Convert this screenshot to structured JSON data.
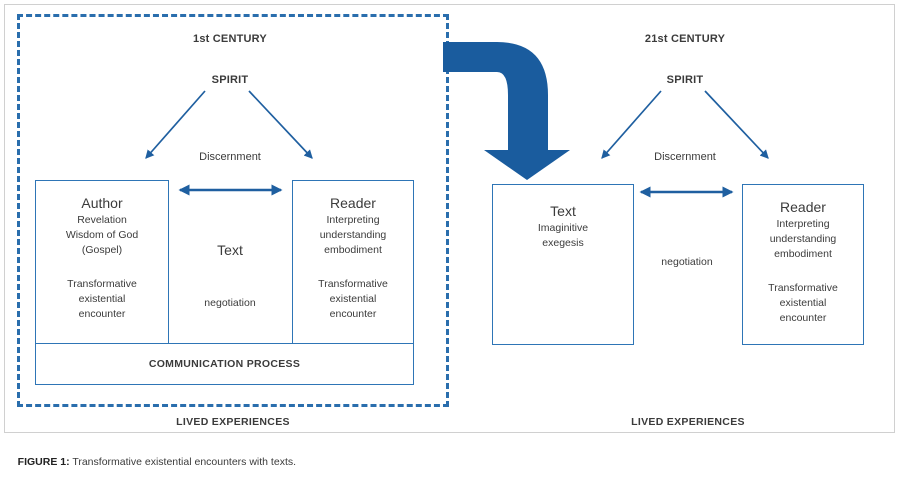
{
  "figure": {
    "caption_prefix": "FIGURE 1:",
    "caption_text": " Transformative existential encounters with texts.",
    "accent_color": "#2e75b6",
    "arrow_color": "#1f5fa0",
    "dashed_color": "#2a6ead",
    "text_color": "#3b3b3b"
  },
  "left_panel": {
    "era_label": "1st CENTURY",
    "spirit_label": "SPIRIT",
    "discernment_label": "Discernment",
    "lived_label": "LIVED EXPERIENCES",
    "communication_label": "COMMUNICATION PROCESS",
    "author_box": {
      "title": "Author",
      "sub_lines": [
        "Revelation",
        "Wisdom of God",
        "(Gospel)"
      ],
      "foot_lines": [
        "Transformative",
        "existential",
        "encounter"
      ]
    },
    "reader_box": {
      "title": "Reader",
      "sub_lines": [
        "Interpreting",
        "understanding",
        "embodiment"
      ],
      "foot_lines": [
        "Transformative",
        "existential",
        "encounter"
      ]
    },
    "middle": {
      "main": "Text",
      "sub": "negotiation"
    }
  },
  "right_panel": {
    "era_label": "21st CENTURY",
    "spirit_label": "SPIRIT",
    "discernment_label": "Discernment",
    "lived_label": "LIVED EXPERIENCES",
    "text_box": {
      "title": "Text",
      "sub_lines": [
        "Imaginitive",
        "exegesis"
      ],
      "foot_lines": []
    },
    "reader_box": {
      "title": "Reader",
      "sub_lines": [
        "Interpreting",
        "understanding",
        "embodiment"
      ],
      "foot_lines": [
        "Transformative",
        "existential",
        "encounter"
      ]
    },
    "middle": {
      "main": "",
      "sub": "negotiation"
    }
  }
}
